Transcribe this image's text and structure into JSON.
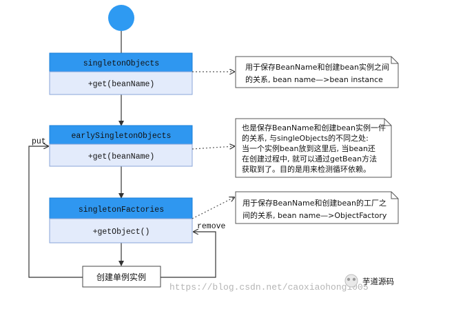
{
  "nodes": {
    "singleton_objects": {
      "title": "singletonObjects",
      "method": "+get(beanName)"
    },
    "early_singleton_objects": {
      "title": "earlySingletonObjects",
      "method": "+get(beanName)"
    },
    "singleton_factories": {
      "title": "singletonFactories",
      "method": "+getObject()"
    },
    "create_instance": {
      "label": "创建单例实例"
    }
  },
  "notes": {
    "note1": {
      "lines": [
        "用于保存BeanName和创建bean实例之间",
        "的关系, bean name—>bean instance"
      ]
    },
    "note2": {
      "lines": [
        "也是保存BeanName和创建bean实例一件",
        "的关系, 与singleObjects的不同之处:",
        "当一个实例bean放到这里后, 当bean还",
        "在创建过程中, 就可以通过getBean方法",
        "获取到了。目的是用来检测循环依赖。"
      ]
    },
    "note3": {
      "lines": [
        "用于保存BeanName和创建bean的工厂之",
        "间的关系, bean name—>ObjectFactory"
      ]
    }
  },
  "edge_labels": {
    "put": "put",
    "remove": "remove"
  },
  "watermark": {
    "url": "https://blog.csdn.net/caoxiaohong1005",
    "brand": "芋道源码"
  },
  "colors": {
    "start": "#2e9af2",
    "header": "#2f97f0",
    "header_border": "#1a7fd8",
    "body": "#e3ebfb",
    "body_border": "#8aa6d8",
    "line": "#333333",
    "note_border": "#555555",
    "watermark": "#b5b5b5"
  }
}
